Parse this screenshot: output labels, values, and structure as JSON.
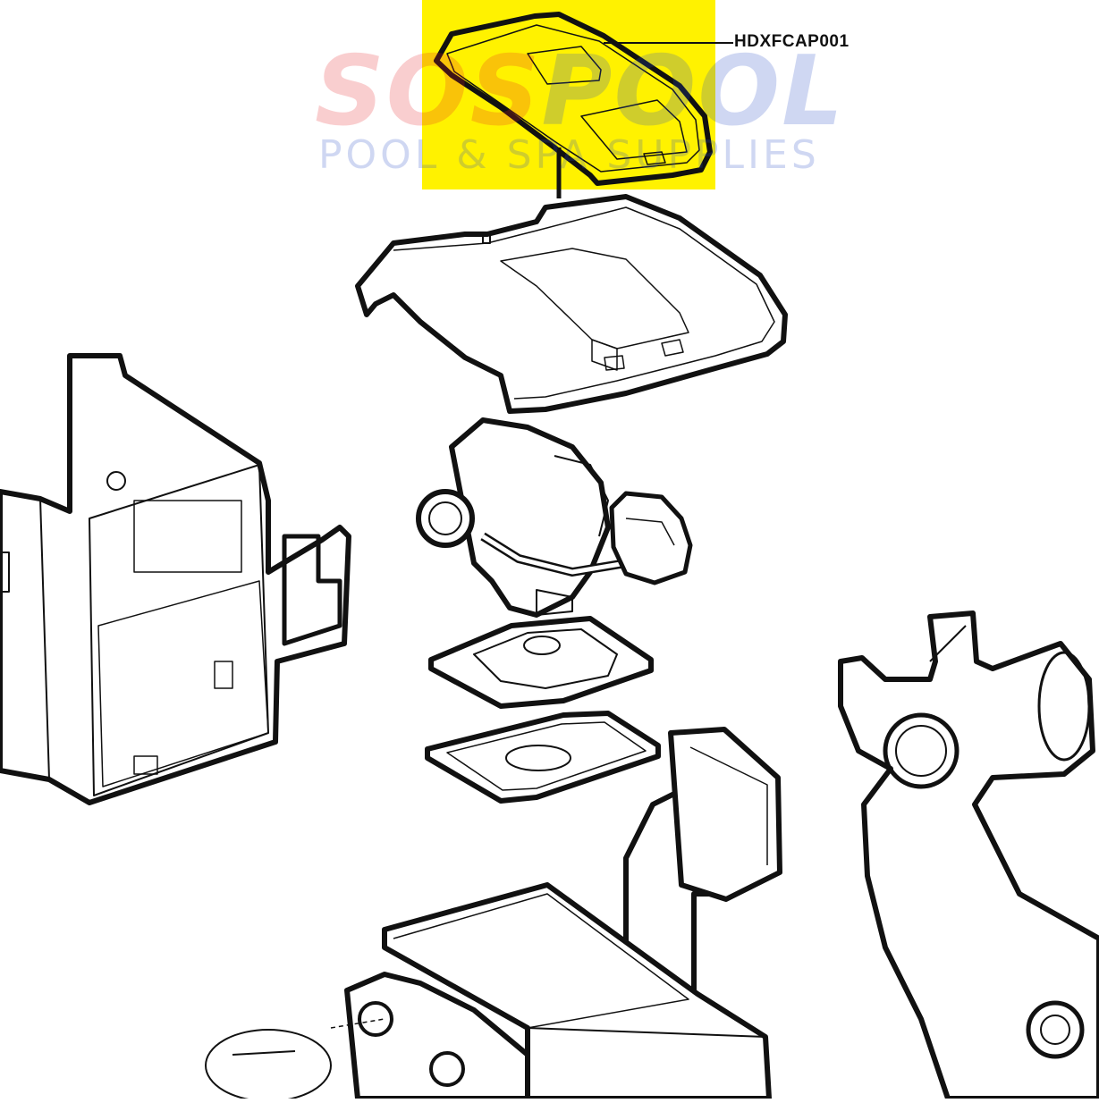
{
  "highlight": {
    "part_number": "HDXFCAP001",
    "color": "#FFF200"
  },
  "watermark": {
    "brand_left": "SOS",
    "brand_right": "POOL",
    "tagline": "POOL & SPA SUPPLIES",
    "color_left": "#E8232A",
    "color_right": "#2A4FC8",
    "color_tagline": "#2A4FC8"
  },
  "line_color": "#111111"
}
